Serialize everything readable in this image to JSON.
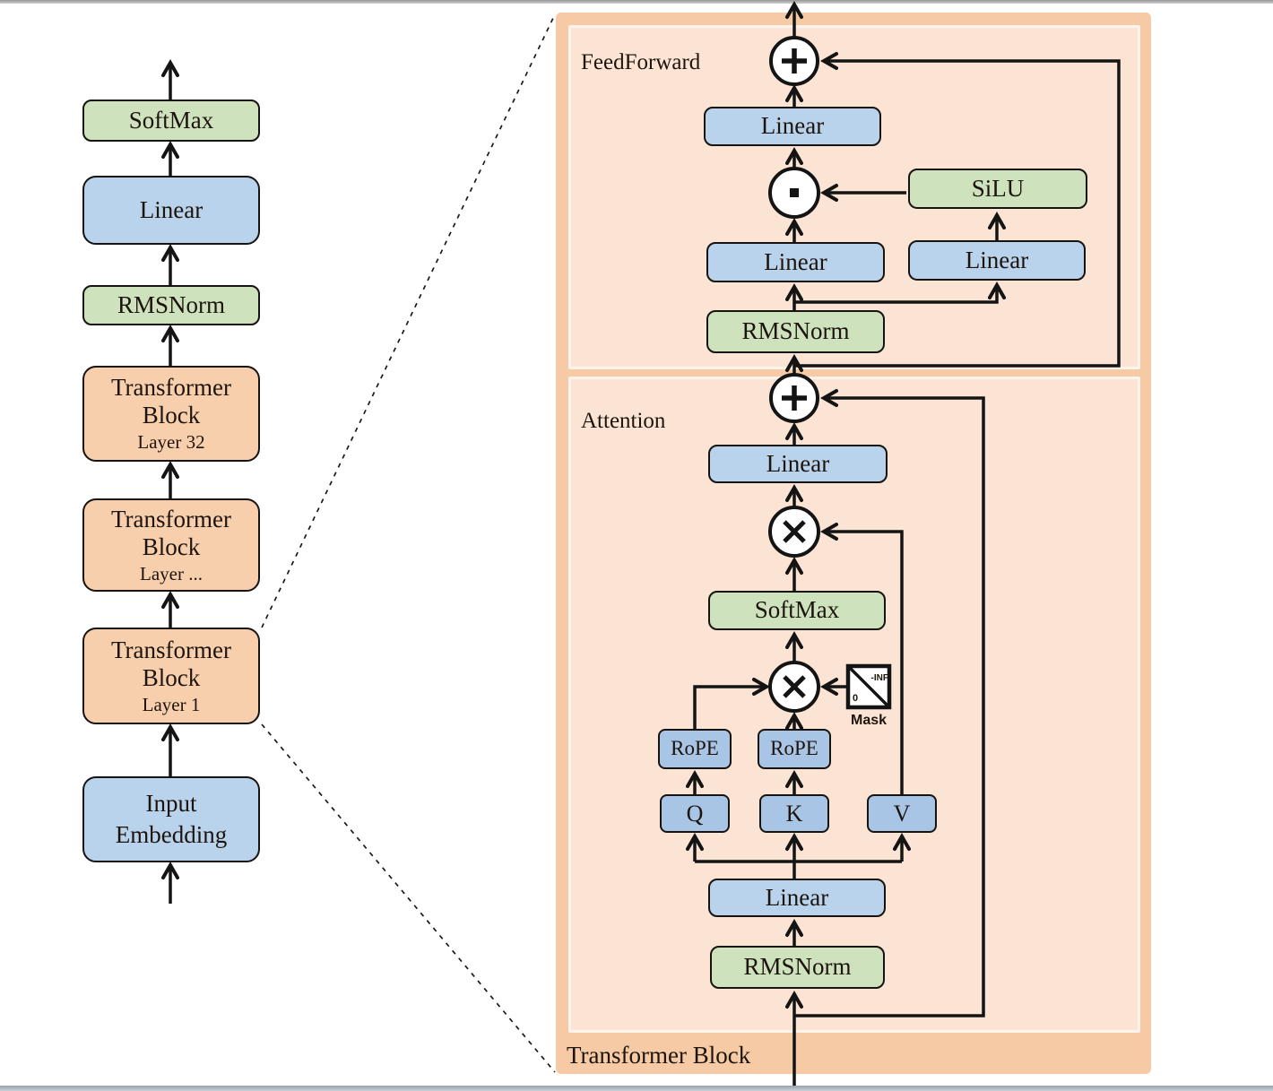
{
  "left_column": {
    "blocks": [
      {
        "id": "softmax",
        "label": "SoftMax"
      },
      {
        "id": "linear",
        "label": "Linear"
      },
      {
        "id": "rmsnorm",
        "label": "RMSNorm"
      },
      {
        "id": "tb32",
        "line1": "Transformer",
        "line2": "Block",
        "line3": "Layer 32"
      },
      {
        "id": "tb_mid",
        "line1": "Transformer",
        "line2": "Block",
        "line3": "Layer ..."
      },
      {
        "id": "tb1",
        "line1": "Transformer",
        "line2": "Block",
        "line3": "Layer 1"
      },
      {
        "id": "input_embedding",
        "line1": "Input",
        "line2": "Embedding"
      }
    ]
  },
  "panel": {
    "title": "Transformer Block",
    "feedforward": {
      "label": "FeedForward",
      "linear_out": "Linear",
      "silu": "SiLU",
      "linear_gate": "Linear",
      "linear_up": "Linear",
      "rmsnorm": "RMSNorm"
    },
    "attention": {
      "label": "Attention",
      "linear_out": "Linear",
      "softmax": "SoftMax",
      "mask": {
        "label": "Mask",
        "neg_inf": "-INF",
        "zero": "0"
      },
      "rope_q": "RoPE",
      "rope_k": "RoPE",
      "q": "Q",
      "k": "K",
      "v": "V",
      "linear_qkv": "Linear",
      "rmsnorm": "RMSNorm"
    }
  },
  "colors": {
    "green_block": "#cde2bd",
    "blue_block": "#b9d3ec",
    "qkv_blue_block": "#a8c5e6",
    "orange_block": "#f8cfad",
    "panel_outer": "#f5caa4",
    "panel_inner": "#fbe4d3",
    "wire": "#141414"
  }
}
